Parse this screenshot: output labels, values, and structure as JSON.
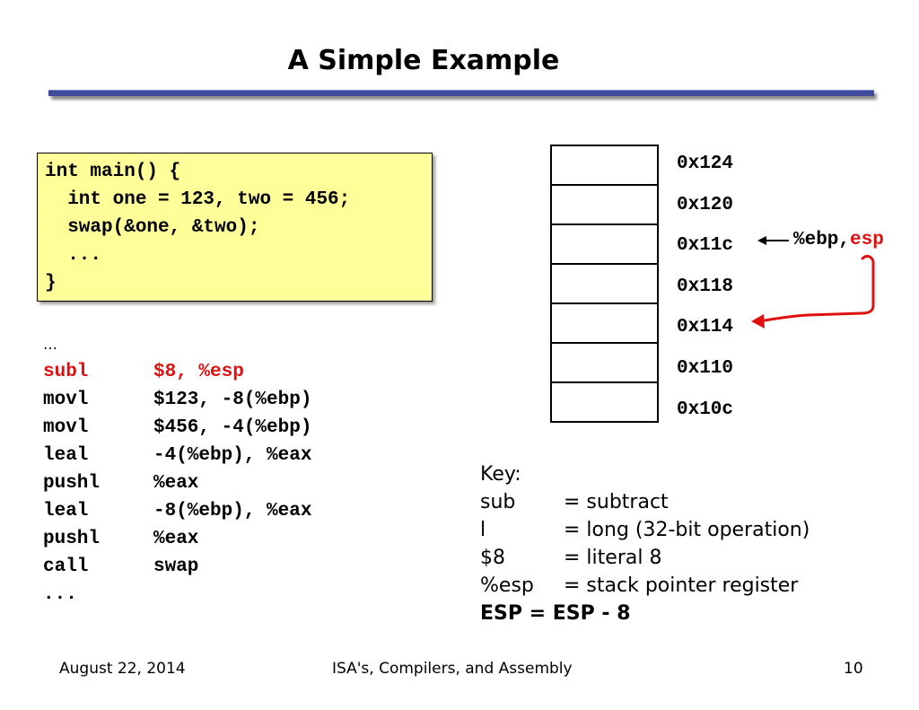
{
  "slide": {
    "title": "A Simple Example",
    "code": [
      "int main() {",
      "  int one = 123, two = 456;",
      "  swap(&one, &two);",
      "  ...",
      "}"
    ],
    "asm_ellipsis": "…",
    "asm": [
      {
        "op": "subl",
        "args": "$8, %esp",
        "highlight": true
      },
      {
        "op": "movl",
        "args": "$123, -8(%ebp)"
      },
      {
        "op": "movl",
        "args": "$456, -4(%ebp)"
      },
      {
        "op": "leal",
        "args": "-4(%ebp), %eax"
      },
      {
        "op": "pushl",
        "args": "%eax"
      },
      {
        "op": "leal",
        "args": "-8(%ebp), %eax"
      },
      {
        "op": "pushl",
        "args": "%eax"
      },
      {
        "op": "call",
        "args": "swap"
      }
    ],
    "asm_tail": "...",
    "stack_addresses": [
      "0x124",
      "0x120",
      "0x11c",
      "0x118",
      "0x114",
      "0x110",
      "0x10c"
    ],
    "pointer_label_prefix": "%ebp,",
    "pointer_label_highlight": "esp",
    "key": {
      "heading": "Key:",
      "rows": [
        {
          "term": "sub",
          "meaning": "= subtract"
        },
        {
          "term": "l",
          "meaning": "= long (32-bit operation)"
        },
        {
          "term": "$8",
          "meaning": "= literal 8"
        },
        {
          "term": "%esp",
          "meaning": "= stack pointer register"
        }
      ],
      "summary": "ESP = ESP - 8"
    },
    "footer": {
      "date": "August 22, 2014",
      "course": "ISA's, Compilers, and Assembly",
      "page": "10"
    },
    "colors": {
      "rule": "#3f4a9c",
      "code_bg": "#ffff99",
      "highlight": "#e01010"
    }
  }
}
